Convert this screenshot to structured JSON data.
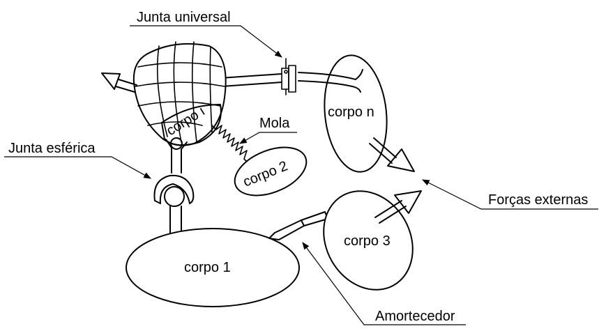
{
  "labels": {
    "universal_joint": "Junta universal",
    "spring": "Mola",
    "spherical_joint": "Junta esférica",
    "external_forces": "Forças externas",
    "damper": "Amortecedor"
  },
  "bodies": {
    "body_i": "corpo i",
    "body_n": "corpo n",
    "body_2": "corpo 2",
    "body_1": "corpo 1",
    "body_3": "corpo 3"
  },
  "colors": {
    "ink": "#000000",
    "background": "#ffffff"
  }
}
